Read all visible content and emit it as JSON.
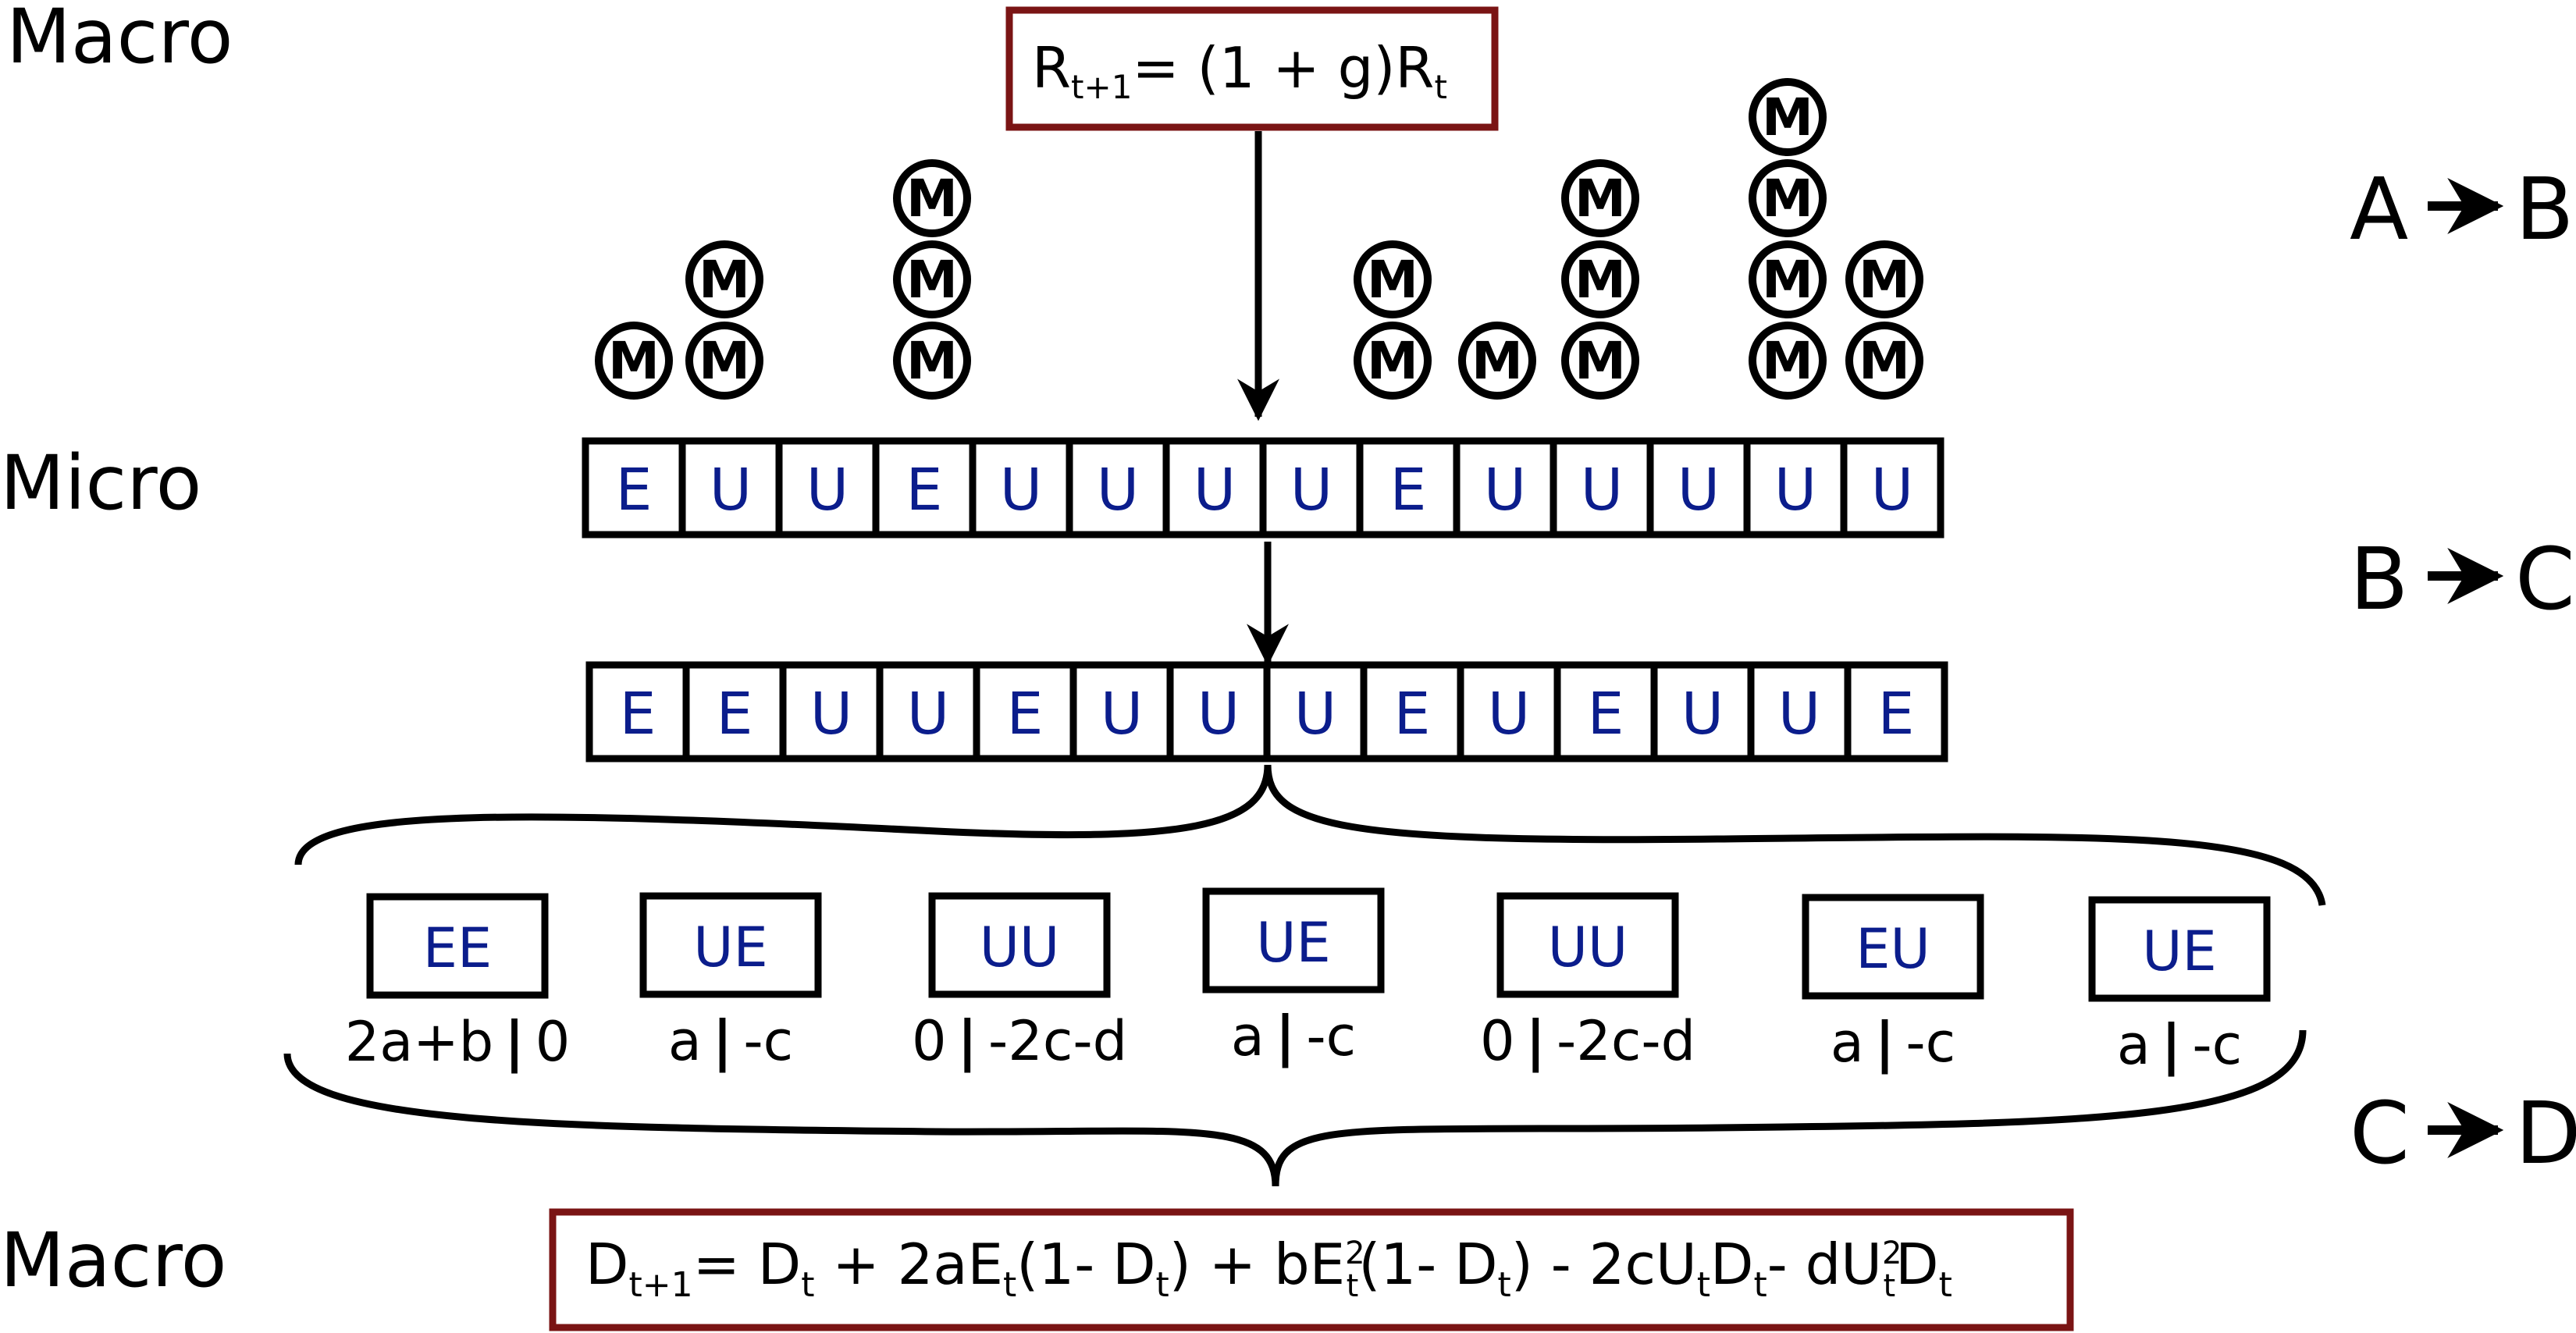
{
  "labels": {
    "macro_top": "Macro",
    "micro": "Micro",
    "macro_bottom": "Macro"
  },
  "transitions": [
    {
      "from": "A",
      "to": "B"
    },
    {
      "from": "B",
      "to": "C"
    },
    {
      "from": "C",
      "to": "D"
    }
  ],
  "equations": {
    "top": {
      "base": "R",
      "sub": "t+1",
      "rest": "= (1 + g)R",
      "tail_sub": "t"
    },
    "bottom": {
      "segments": [
        {
          "t": "D"
        },
        {
          "sub": "t+1"
        },
        {
          "t": "= D"
        },
        {
          "sub": "t"
        },
        {
          "t": " + 2aE"
        },
        {
          "sub": "t"
        },
        {
          "t": "(1- D"
        },
        {
          "sub": "t"
        },
        {
          "t": ") + bE"
        },
        {
          "supsub": [
            "2",
            "t"
          ]
        },
        {
          "t": "(1- D"
        },
        {
          "sub": "t"
        },
        {
          "t": ") - 2cU"
        },
        {
          "sub": "t"
        },
        {
          "t": "D"
        },
        {
          "sub": "t"
        },
        {
          "t": "- dU"
        },
        {
          "supsub": [
            "2",
            "t"
          ]
        },
        {
          "t": "D"
        },
        {
          "sub": "t"
        }
      ]
    }
  },
  "m_symbol": "M",
  "m_stacks": [
    1,
    2,
    0,
    3,
    0,
    0,
    0,
    0,
    2,
    1,
    3,
    0,
    4,
    2
  ],
  "row1": [
    "E",
    "U",
    "U",
    "E",
    "U",
    "U",
    "U",
    "U",
    "E",
    "U",
    "U",
    "U",
    "U",
    "U"
  ],
  "row2": [
    "E",
    "E",
    "U",
    "U",
    "E",
    "U",
    "U",
    "U",
    "E",
    "U",
    "E",
    "U",
    "U",
    "E"
  ],
  "pairs": [
    {
      "label": "EE",
      "payoff_left": "2a+b",
      "payoff_right": "0"
    },
    {
      "label": "UE",
      "payoff_left": "a",
      "payoff_right": "-c"
    },
    {
      "label": "UU",
      "payoff_left": "0",
      "payoff_right": "-2c-d"
    },
    {
      "label": "UE",
      "payoff_left": "a",
      "payoff_right": "-c"
    },
    {
      "label": "UU",
      "payoff_left": "0",
      "payoff_right": "-2c-d"
    },
    {
      "label": "EU",
      "payoff_left": "a",
      "payoff_right": "-c"
    },
    {
      "label": "UE",
      "payoff_left": "a",
      "payoff_right": "-c"
    }
  ],
  "colors": {
    "cell_text": "#0b1d8c",
    "equation_border": "#7a1414",
    "stroke": "#000000"
  }
}
